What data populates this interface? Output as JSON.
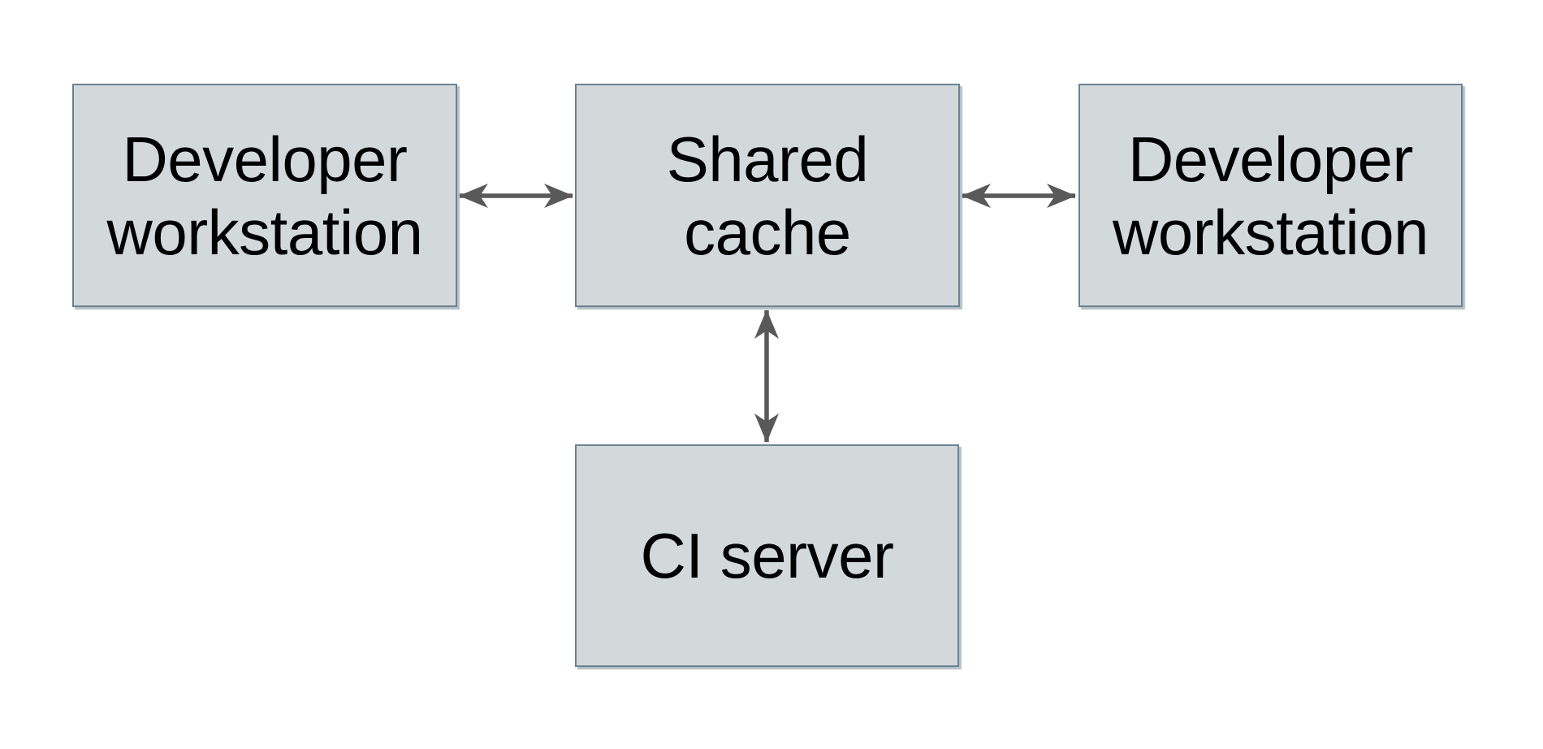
{
  "diagram": {
    "colors": {
      "background": "#ffffff",
      "node_fill": "#d3d9db",
      "node_border": "#6b8390",
      "node_shadow": "rgba(90,112,124,0.45)",
      "arrow": "#595959",
      "text": "#000000"
    },
    "nodes": [
      {
        "id": "developer-workstation-left",
        "label": "Developer workstation",
        "lines": [
          "Developer",
          "workstation"
        ]
      },
      {
        "id": "shared-cache",
        "label": "Shared cache",
        "lines": [
          "Shared",
          "cache"
        ]
      },
      {
        "id": "developer-workstation-right",
        "label": "Developer workstation",
        "lines": [
          "Developer",
          "workstation"
        ]
      },
      {
        "id": "ci-server",
        "label": "CI server",
        "lines": [
          "CI server"
        ]
      }
    ],
    "connectors": [
      {
        "from": "developer-workstation-left",
        "to": "shared-cache",
        "direction": "bidirectional"
      },
      {
        "from": "shared-cache",
        "to": "developer-workstation-right",
        "direction": "bidirectional"
      },
      {
        "from": "shared-cache",
        "to": "ci-server",
        "direction": "bidirectional"
      }
    ]
  }
}
